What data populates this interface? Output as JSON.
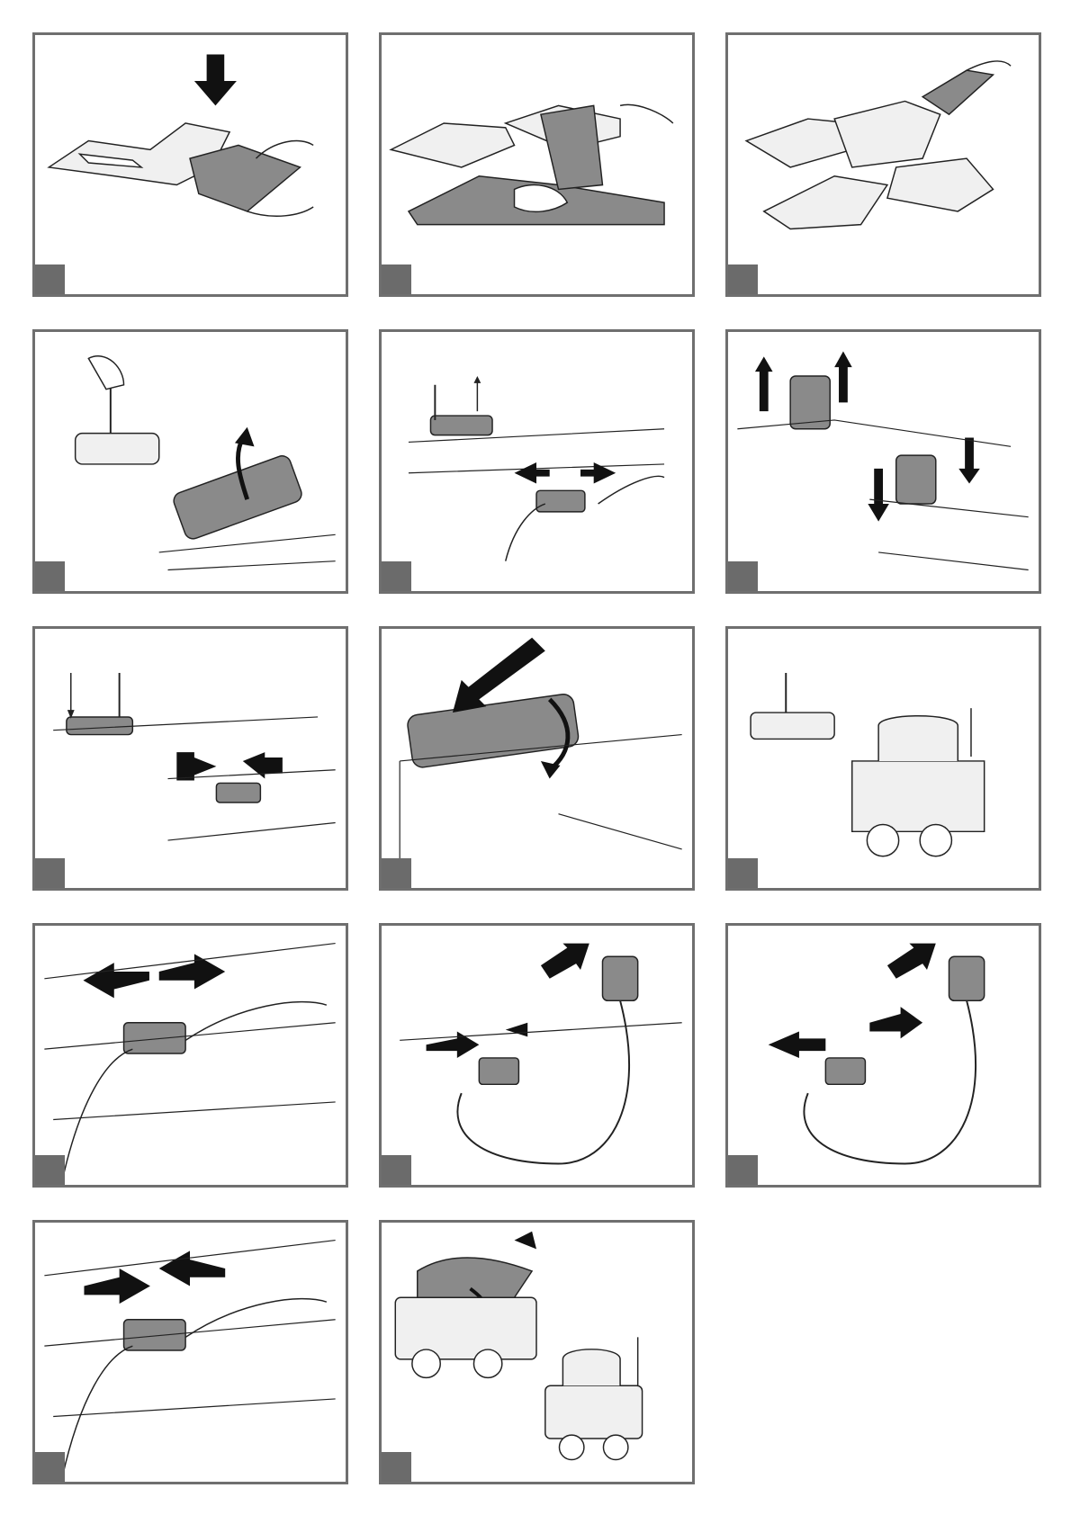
{
  "document": {
    "type": "assembly-instructions-illustrations",
    "panels": [
      {
        "id": "p1",
        "step": "",
        "scene": "rail-crossing-assembly-press-down"
      },
      {
        "id": "p2",
        "step": "",
        "scene": "rail-crossing-join-pieces"
      },
      {
        "id": "p3",
        "step": "",
        "scene": "rail-crossing-completed"
      },
      {
        "id": "p4",
        "step": "",
        "scene": "screwdriver-open-battery-lid"
      },
      {
        "id": "p5",
        "step": "",
        "scene": "unplug-connector"
      },
      {
        "id": "p6",
        "step": "",
        "scene": "remove-and-insert-battery"
      },
      {
        "id": "p7",
        "step": "",
        "scene": "plug-connector-and-screw"
      },
      {
        "id": "p8",
        "step": "",
        "scene": "close-battery-lid"
      },
      {
        "id": "p9",
        "step": "",
        "scene": "screw-lid-with-seat"
      },
      {
        "id": "p10",
        "step": "",
        "scene": "pull-connector-apart"
      },
      {
        "id": "p11",
        "step": "",
        "scene": "connect-charger-plug-in"
      },
      {
        "id": "p12",
        "step": "",
        "scene": "disconnect-charger-unplug"
      },
      {
        "id": "p13",
        "step": "",
        "scene": "push-connector-together"
      },
      {
        "id": "p14",
        "step": "",
        "scene": "attach-seat-cover"
      }
    ]
  },
  "colors": {
    "frame": "#6f6f6f",
    "tab": "#6b6b6b",
    "part_dark": "#8a8a8a",
    "part_light": "#f0f0f0",
    "line": "#222222"
  }
}
